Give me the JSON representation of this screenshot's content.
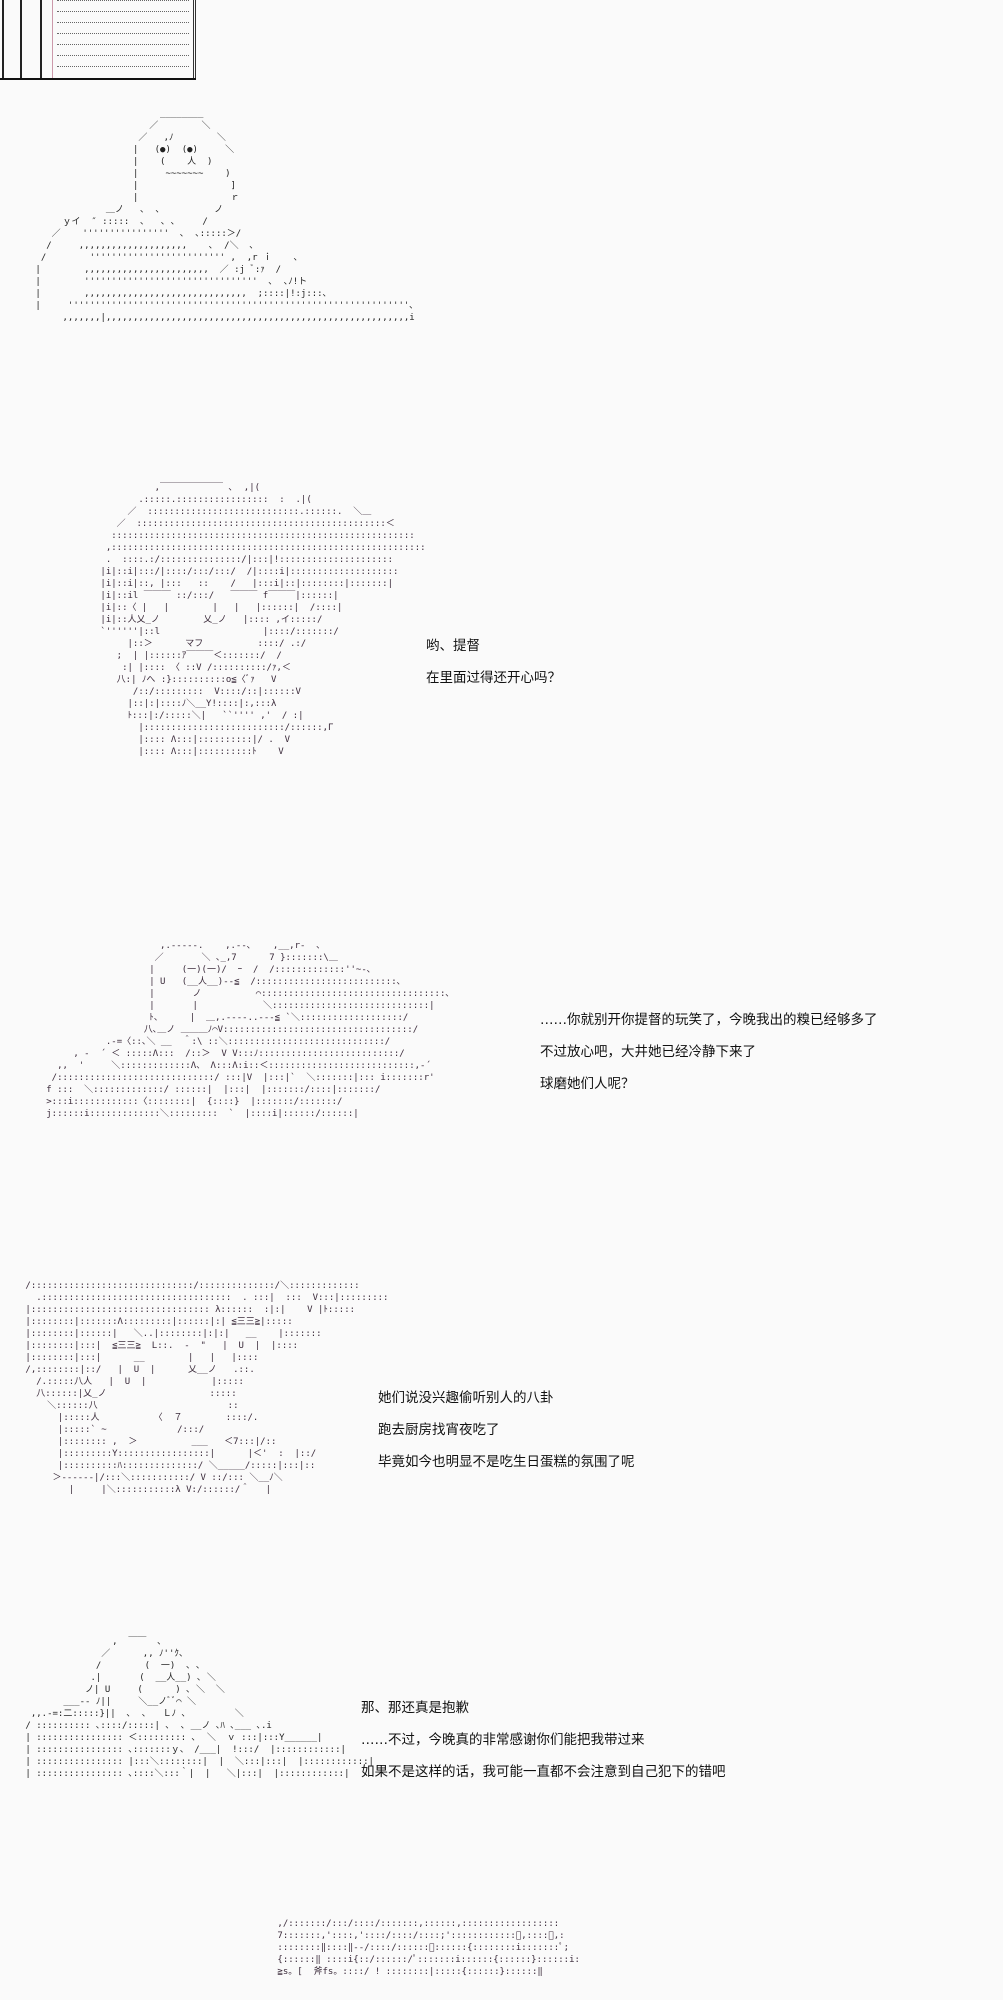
{
  "page": {
    "background": "#fafafa",
    "text_color": "#111111"
  },
  "panels": [
    {
      "id": "panel-0",
      "description": "top cropped frame of previous panel",
      "dialogue": []
    },
    {
      "id": "panel-1",
      "description": "character looking down at stacked papers",
      "dialogue": []
    },
    {
      "id": "panel-2",
      "description": "girl with bob hair smiling",
      "dialogue": [
        "哟、提督",
        "在里面过得还开心吗？"
      ]
    },
    {
      "id": "panel-3",
      "description": "girl lying on table",
      "dialogue": [
        "……你就别开你提督的玩笑了，今晚我出的糗已经够多了",
        "不过放心吧，大井她已经冷静下来了",
        "球磨她们人呢？"
      ]
    },
    {
      "id": "panel-4",
      "description": "girl with long hair and cap, closed eyes",
      "dialogue": [
        "她们说没兴趣偷听别人的八卦",
        "跑去厨房找宵夜吃了",
        "毕竟如今也明显不是吃生日蛋糕的氛围了呢"
      ]
    },
    {
      "id": "panel-5",
      "description": "character bowing apologetically at desk",
      "dialogue": [
        "那、那还真是抱歉",
        "……不过，今晚真的非常感谢你们能把我带过来",
        "如果不是这样的话，我可能一直都不会注意到自己犯下的错吧"
      ]
    },
    {
      "id": "panel-6",
      "description": "bottom cropped art panel",
      "dialogue": []
    }
  ]
}
